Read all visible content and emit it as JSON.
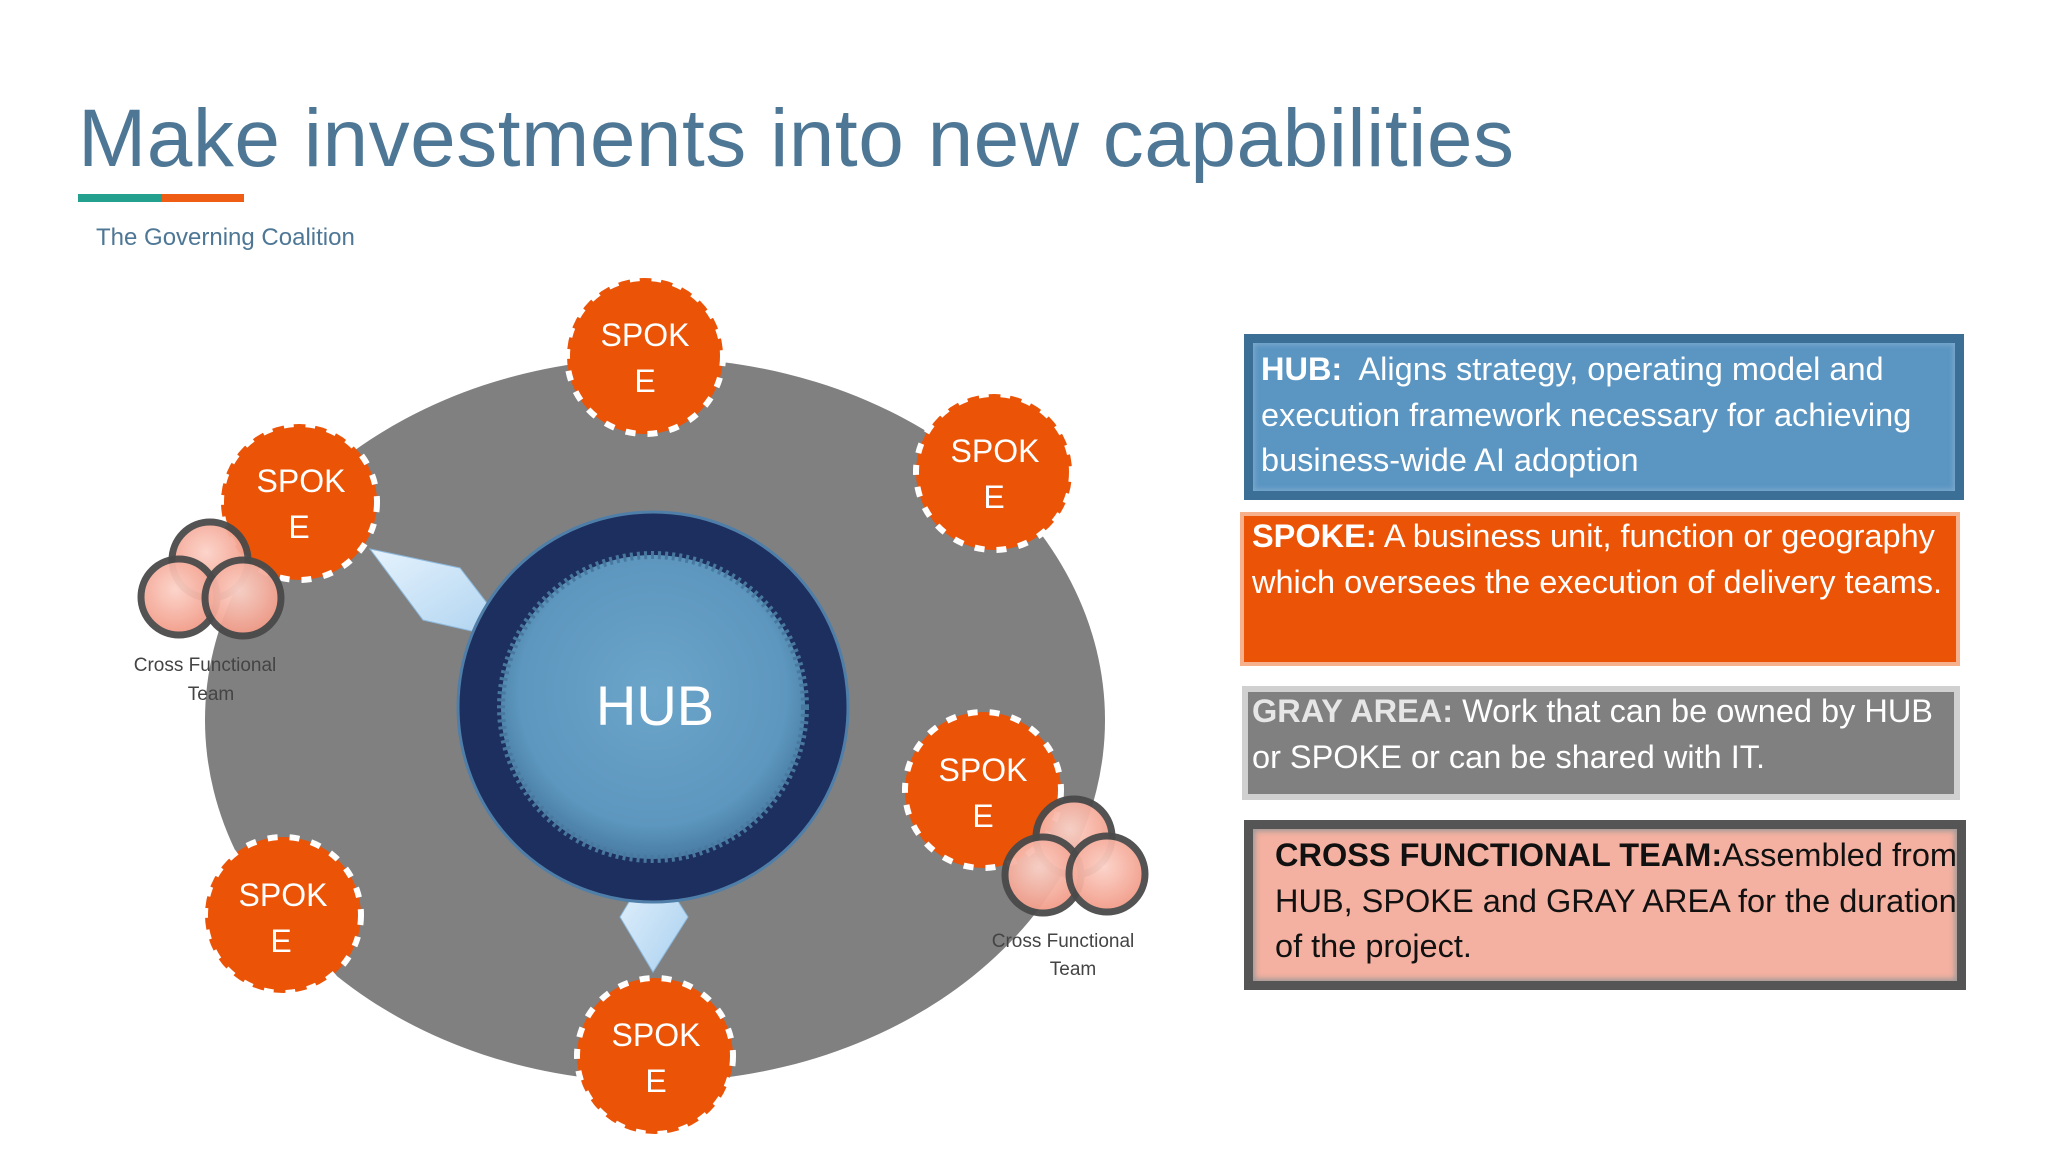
{
  "slide": {
    "title": "Make investments into new capabilities",
    "subtitle": "The Governing Coalition"
  },
  "diagram": {
    "hub_label": "HUB",
    "spoke_label_line1": "SPOK",
    "spoke_label_line2": "E",
    "spokes": [
      {
        "line1": "SPOK",
        "line2": "E"
      },
      {
        "line1": "SPOK",
        "line2": "E"
      },
      {
        "line1": "SPOK",
        "line2": "E"
      },
      {
        "line1": "SPOK",
        "line2": "E"
      },
      {
        "line1": "SPOK",
        "line2": "E"
      },
      {
        "line1": "SPOK",
        "line2": "E"
      }
    ],
    "cross_functional_teams": [
      {
        "line1": "Cross Functional",
        "line2": "Team"
      },
      {
        "line1": "Cross Functional",
        "line2": "Team"
      }
    ],
    "colors": {
      "gray_area": "#808080",
      "hub_ring": "#1d2f5f",
      "hub_fill": "#66a0c6",
      "spoke": "#eb5307",
      "team": "#f6b3a6",
      "connector": "#cde6f8"
    }
  },
  "definitions": {
    "hub": {
      "term": "HUB:",
      "text": "  Aligns strategy, operating model and execution framework necessary for achieving business-wide AI adoption"
    },
    "spoke": {
      "term": "SPOKE:",
      "text": " A business unit, function or geography which oversees the execution of delivery teams."
    },
    "gray": {
      "term": "GRAY AREA:",
      "text": " Work that can be owned by HUB or SPOKE or can be shared with IT."
    },
    "cft": {
      "term": "CROSS FUNCTIONAL TEAM:",
      "text": "Assembled from HUB, SPOKE and GRAY AREA for the duration of the project."
    }
  }
}
